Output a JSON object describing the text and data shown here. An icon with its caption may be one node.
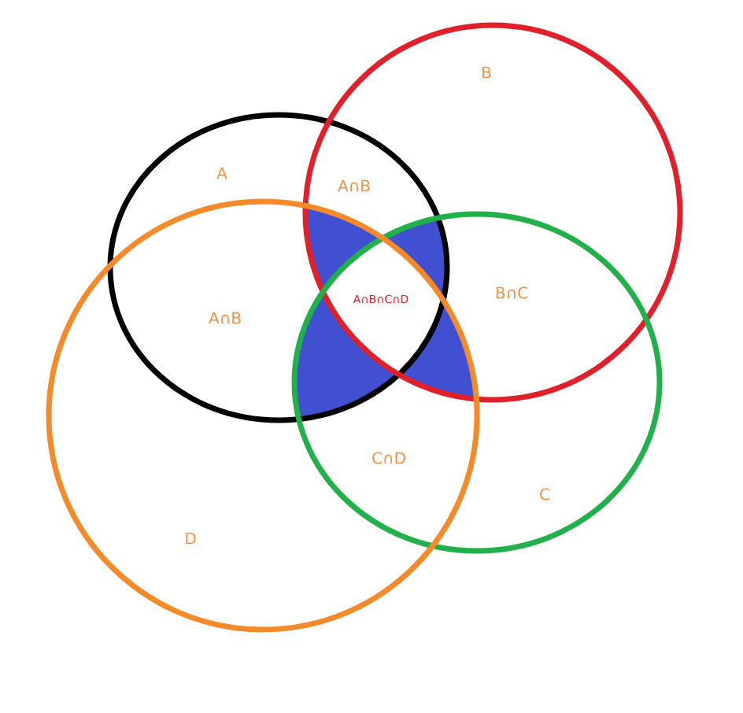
{
  "diagram": {
    "nodes": [
      {
        "text": [
          "A"
        ]
      },
      {
        "text": [
          "B"
        ]
      },
      {
        "text": [
          "C"
        ]
      },
      {
        "text": [
          "D"
        ]
      }
    ],
    "labels": [
      "A∩B",
      "A∩B∩C∩D",
      "B∩C",
      "A∩B",
      "C∩D"
    ]
  }
}
